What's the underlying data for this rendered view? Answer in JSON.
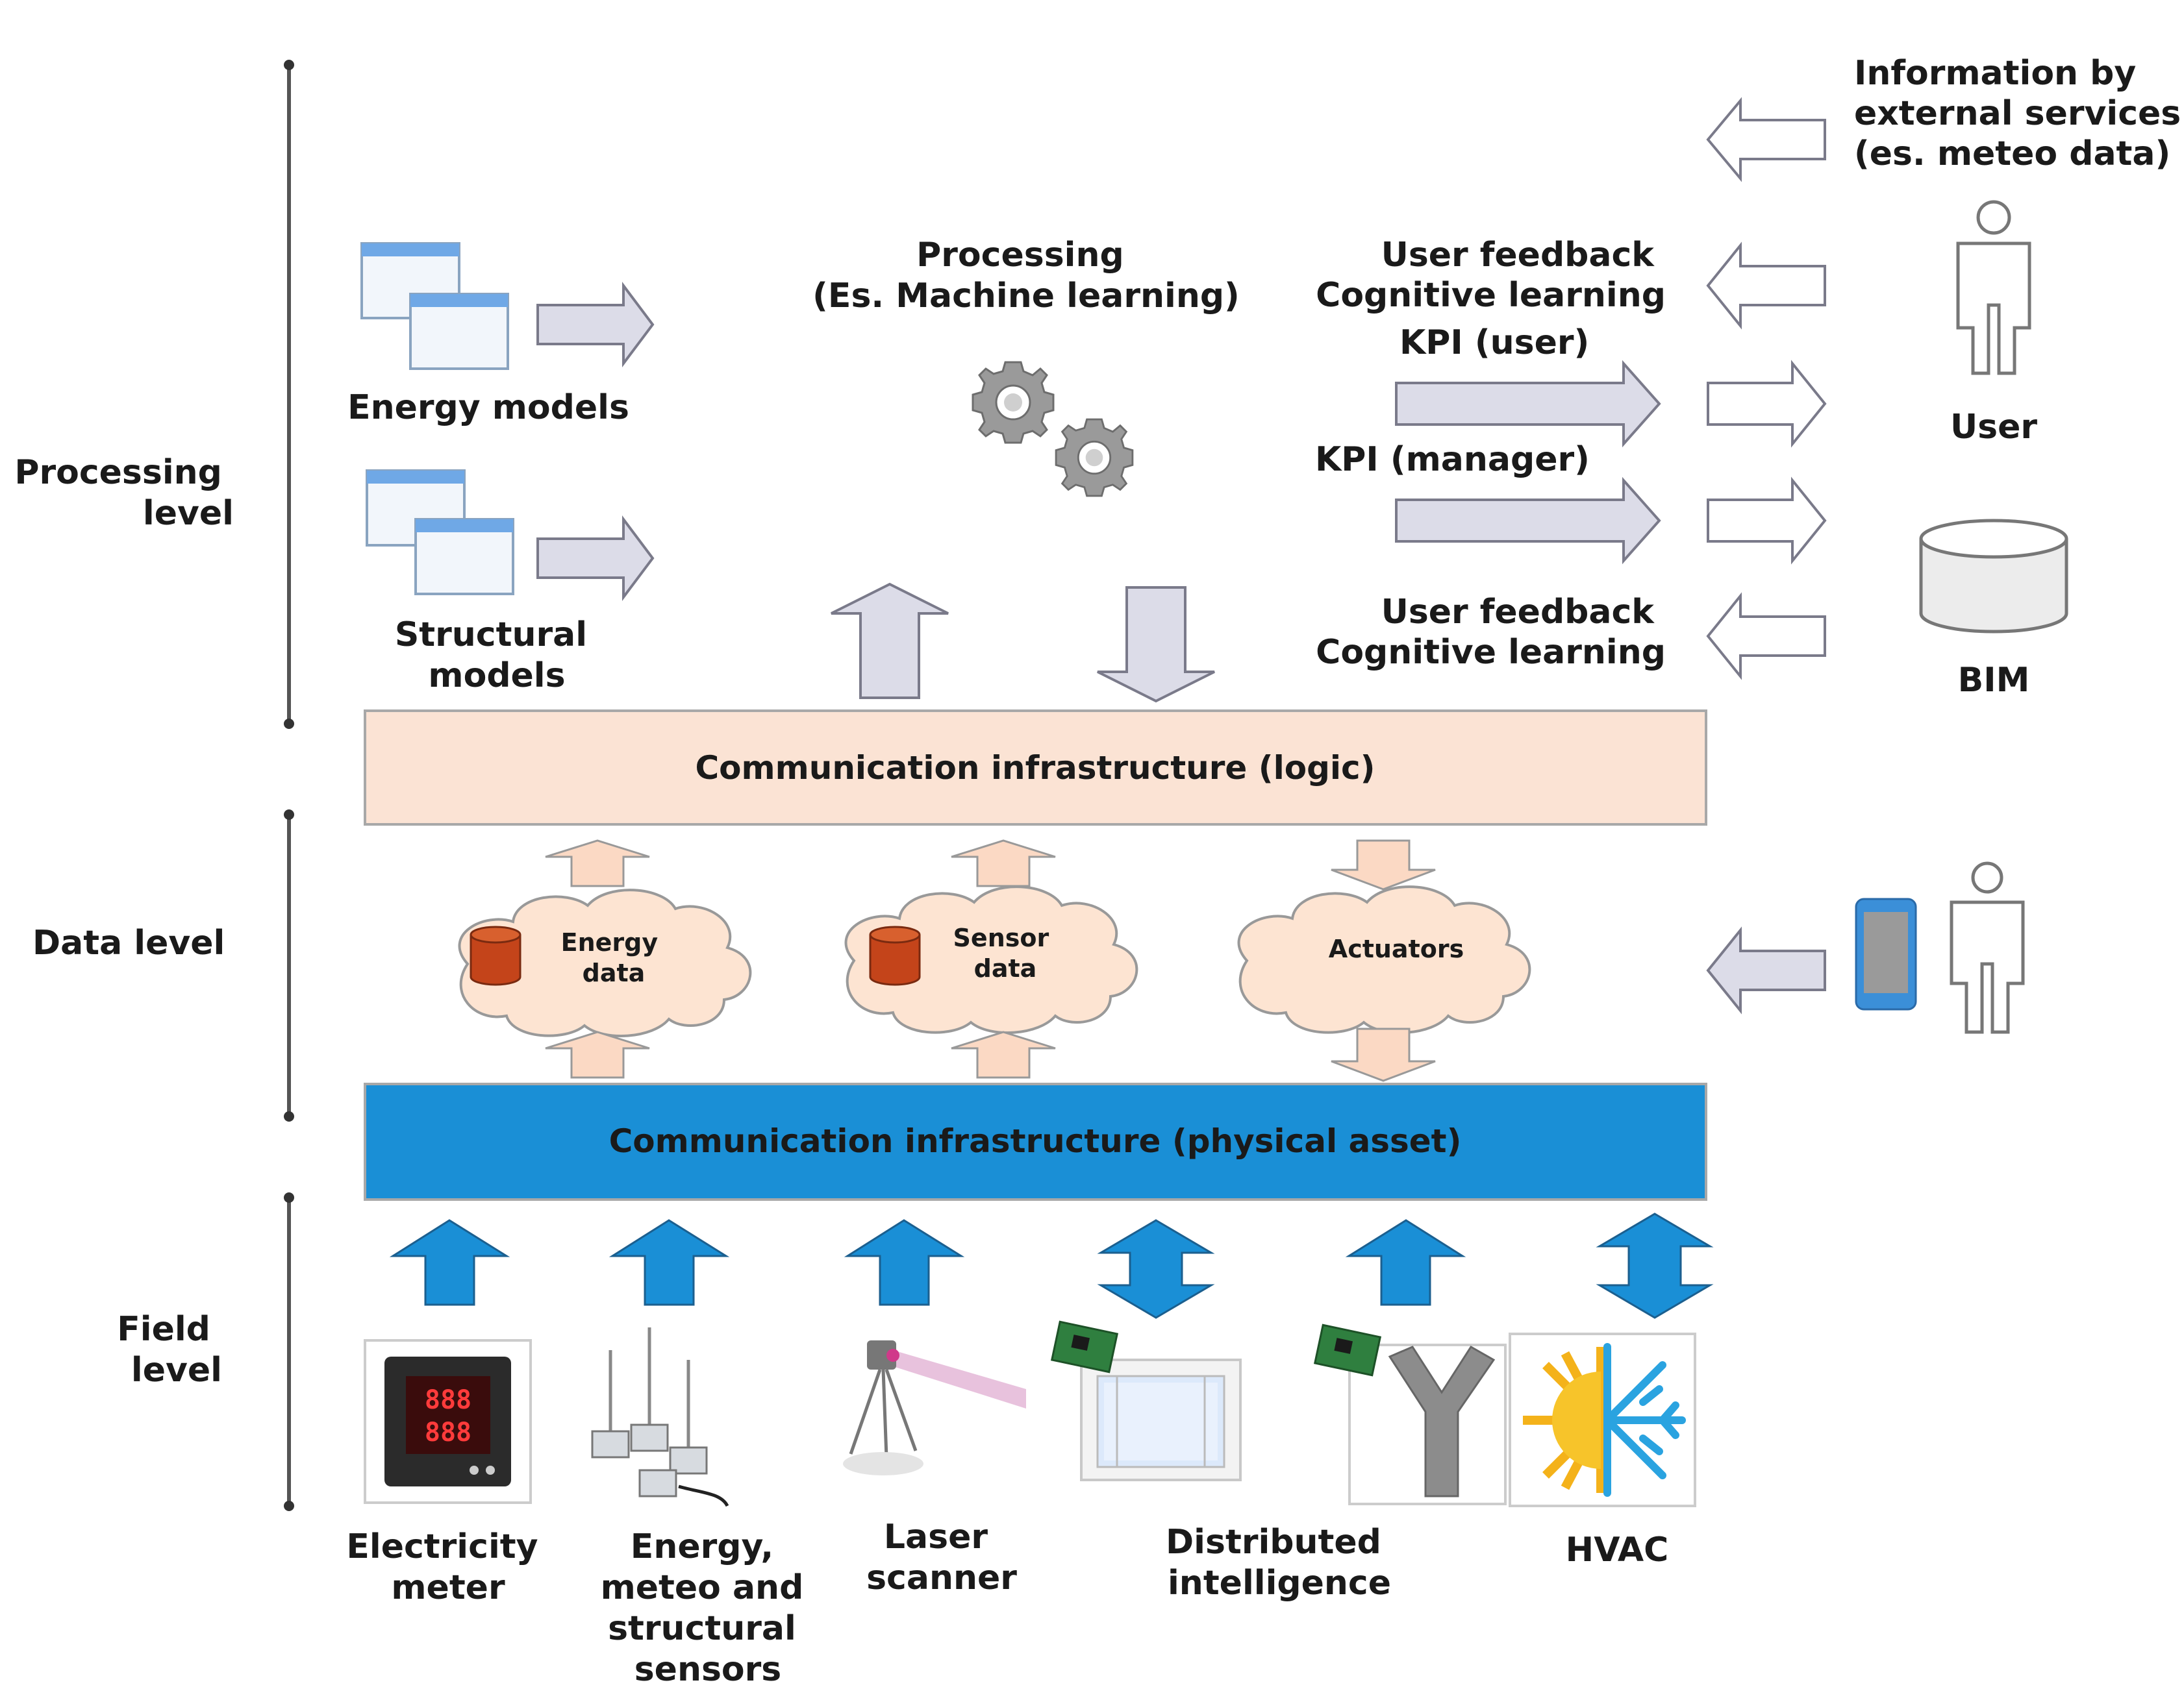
{
  "levels": {
    "processing": [
      "Processing",
      "level"
    ],
    "data": "Data level",
    "field": [
      "Field",
      "level"
    ]
  },
  "processing": {
    "energy_models": "Energy models",
    "structural_models": [
      "Structural",
      "models"
    ],
    "engine": [
      "Processing",
      "(Es. Machine learning)"
    ],
    "external_info": [
      "Information by",
      "external services",
      "(es. meteo data)"
    ],
    "feedback_top": [
      "User feedback",
      "Cognitive learning"
    ],
    "kpi_user": "KPI (user)",
    "kpi_manager": "KPI (manager)",
    "feedback_bottom": [
      "User feedback",
      "Cognitive learning"
    ],
    "user": "User",
    "bim": "BIM"
  },
  "bars": {
    "logic": "Communication infrastructure (logic)",
    "physical": "Communication infrastructure (physical asset)"
  },
  "data_level": {
    "energy_data": [
      "Energy",
      "data"
    ],
    "sensor_data": [
      "Sensor",
      "data"
    ],
    "actuators": "Actuators"
  },
  "field_devices": {
    "electricity_meter": [
      "Electricity",
      "meter"
    ],
    "sensors": [
      "Energy,",
      "meteo and",
      "structural",
      "sensors"
    ],
    "laser_scanner": [
      "Laser",
      "scanner"
    ],
    "distributed_intelligence": [
      "Distributed",
      "intelligence"
    ],
    "hvac": "HVAC"
  },
  "colors": {
    "logic_bar": "#fbe3d4",
    "physical_bar": "#1a8fd6",
    "cloud_fill": "#fde4d2",
    "db_cylinder": "#c4441a",
    "arrow_lavender": "#dcdce8",
    "arrow_blue": "#1a8fd6",
    "arrow_peach": "#fbd9c4"
  }
}
